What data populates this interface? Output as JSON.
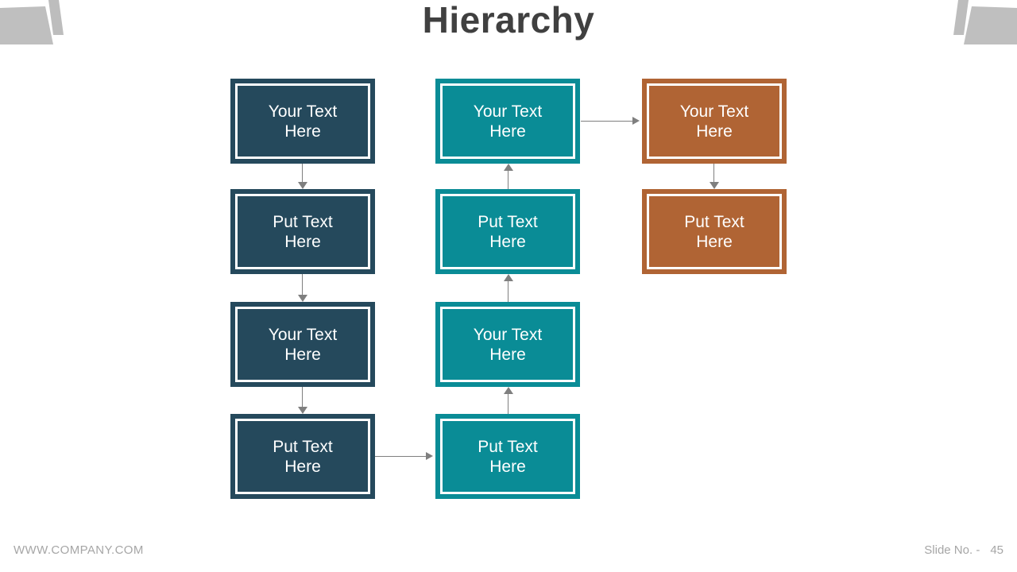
{
  "slide": {
    "title": "Hierarchy",
    "footer": {
      "website": "WWW.COMPANY.COM",
      "slide_label": "Slide No. -",
      "slide_number": "45"
    }
  },
  "colors": {
    "navy": "#25495C",
    "teal": "#0A8C96",
    "brown": "#B06434",
    "arrow": "#7F7F7F",
    "title_text": "#404040",
    "footer_text": "#A6A6A6",
    "corner_gray": "#BFBFBF",
    "corner_gray2": "#BDBDBD",
    "box_text": "#FFFFFF",
    "inner_border": "#FFFFFF"
  },
  "diagram": {
    "columns": [
      {
        "name": "left-column",
        "color": "navy",
        "arrow_direction": "down",
        "boxes": [
          {
            "label": "Your Text Here"
          },
          {
            "label": "Put Text Here"
          },
          {
            "label": "Your Text Here"
          },
          {
            "label": "Put Text Here"
          }
        ]
      },
      {
        "name": "middle-column",
        "color": "teal",
        "arrow_direction": "up",
        "boxes": [
          {
            "label": "Your Text Here"
          },
          {
            "label": "Put Text Here"
          },
          {
            "label": "Your Text Here"
          },
          {
            "label": "Put Text Here"
          }
        ]
      },
      {
        "name": "right-column",
        "color": "brown",
        "arrow_direction": "down",
        "boxes": [
          {
            "label": "Your Text Here"
          },
          {
            "label": "Put Text Here"
          }
        ]
      }
    ],
    "connectors": [
      {
        "from": "left-column box 4",
        "to": "middle-column box 4",
        "direction": "right"
      },
      {
        "from": "middle-column box 1",
        "to": "right-column box 1",
        "direction": "right"
      }
    ]
  }
}
